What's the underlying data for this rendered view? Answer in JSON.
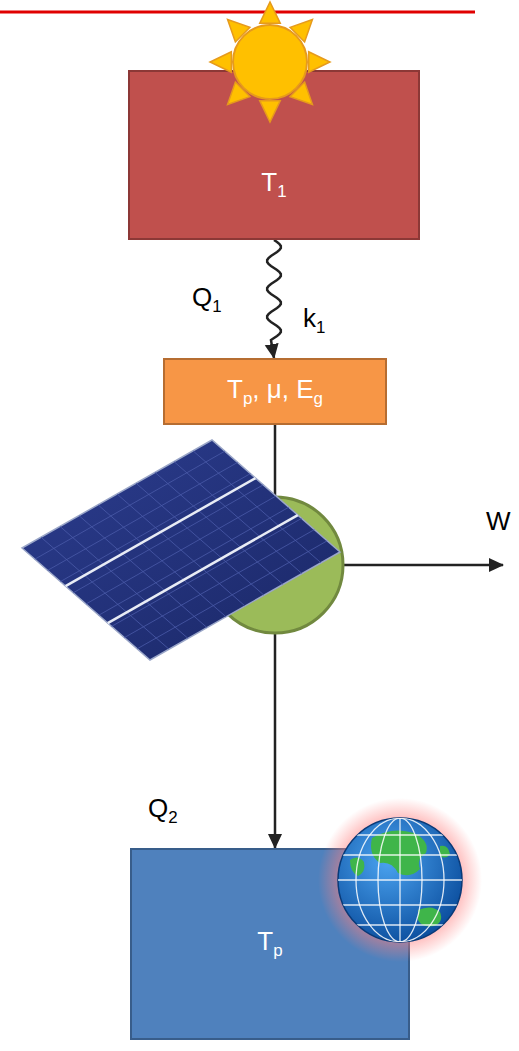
{
  "diagram": {
    "nodes": [
      {
        "text": [
          "T1"
        ]
      },
      {
        "text": [
          "Tp, μ, Eg"
        ]
      },
      {
        "text": [
          "Tp"
        ]
      }
    ],
    "edges": [
      {
        "from": 0,
        "to": 1,
        "arrow": "to"
      },
      {
        "from": 1,
        "to": 2,
        "arrow": "to"
      }
    ],
    "labels": [
      "Q1",
      "k1",
      "W",
      "Q2"
    ]
  }
}
